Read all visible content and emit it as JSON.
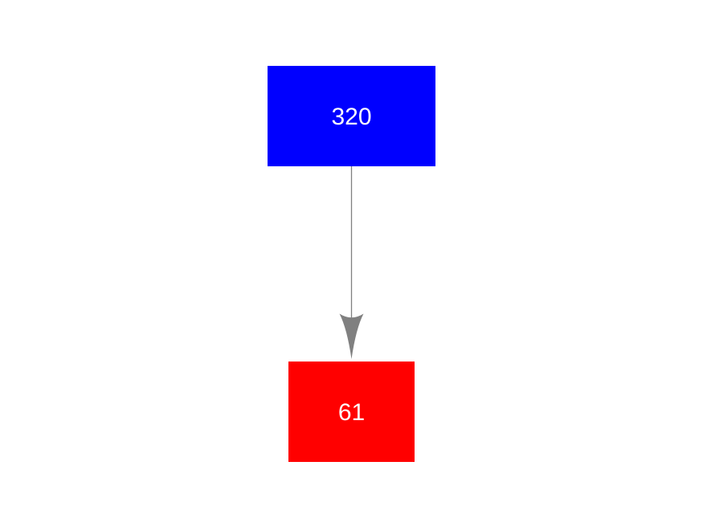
{
  "diagram": {
    "background_color": "#ffffff",
    "nodes": [
      {
        "id": "node-320",
        "label": "320",
        "shape": "rectangle",
        "fill_color": "#0000ff",
        "text_color": "#ffffff"
      },
      {
        "id": "node-61",
        "label": "61",
        "shape": "rectangle",
        "fill_color": "#ff0000",
        "text_color": "#ffffff"
      }
    ],
    "edges": [
      {
        "from": "node-320",
        "to": "node-61",
        "direction": "down",
        "color": "#808080",
        "arrowhead": "dart"
      }
    ]
  }
}
